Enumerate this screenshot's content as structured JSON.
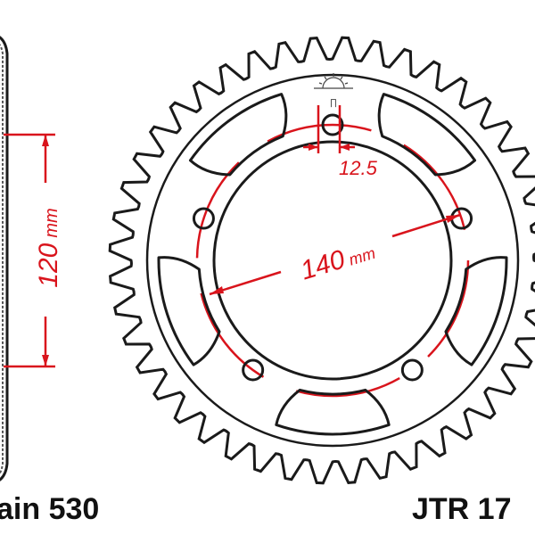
{
  "dimensions": {
    "side_height_value": "120",
    "side_height_unit": "mm",
    "bolt_circle_value": "140",
    "bolt_circle_unit": "mm",
    "bolt_hole_value": "12.5"
  },
  "labels": {
    "chain": "ain 530",
    "part_number": "JTR 17"
  },
  "colors": {
    "dimension": "#d9141c",
    "outline": "#1a1a1a"
  }
}
